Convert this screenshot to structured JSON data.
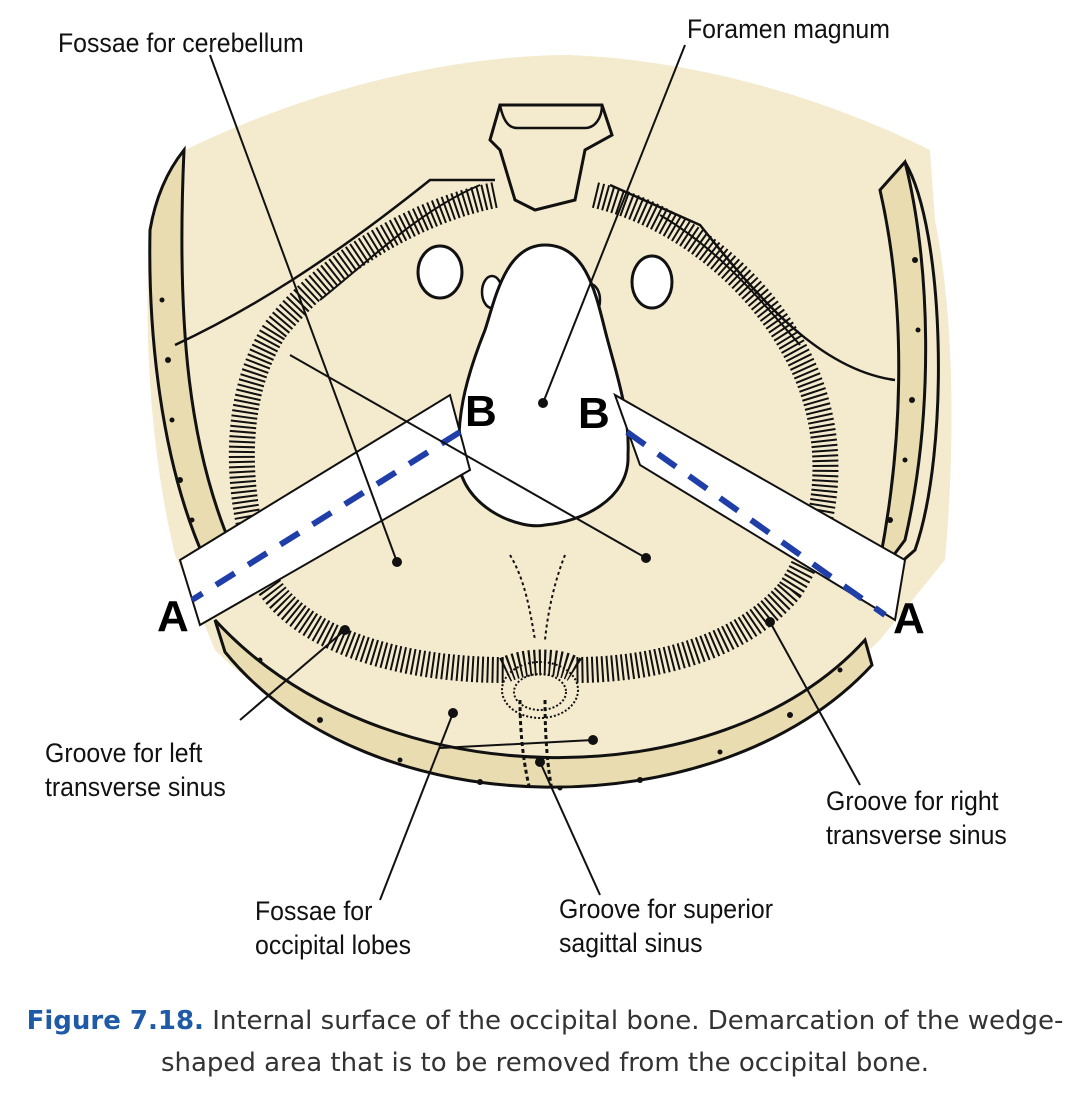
{
  "labels": {
    "fossae_cerebellum": "Fossae for cerebellum",
    "foramen_magnum": "Foramen magnum",
    "groove_left": [
      "Groove for left",
      "transverse sinus"
    ],
    "groove_right": [
      "Groove for right",
      "transverse sinus"
    ],
    "fossae_occipital": [
      "Fossae for",
      "occipital lobes"
    ],
    "groove_sagittal": [
      "Groove for superior",
      "sagittal sinus"
    ]
  },
  "markers": {
    "a_left": "A",
    "a_right": "A",
    "b_left": "B",
    "b_right": "B"
  },
  "caption": {
    "number": "Figure 7.18.",
    "text": "Internal surface of the occipital bone. Demarcation of the wedge-shaped area that is to be removed from the occipital bone."
  },
  "colors": {
    "bone": "#f4ebcf",
    "cortex": "#e8dcb0",
    "cut_line": "#1f3ea8",
    "caption_accent": "#1f5aa6"
  }
}
